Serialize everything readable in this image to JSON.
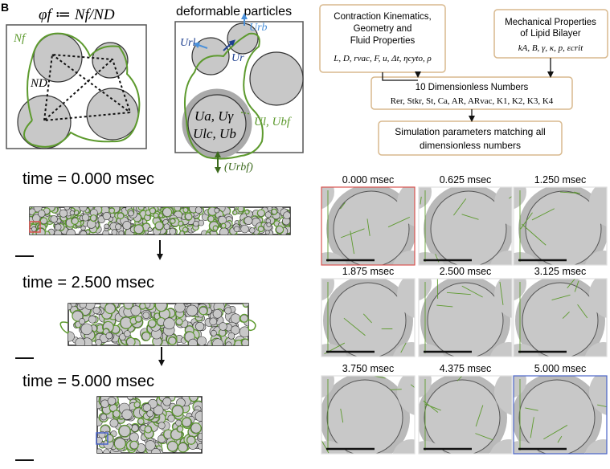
{
  "panel_letter": "B",
  "panel_a": {
    "formula": "φf ≔ Nf/ND",
    "nf_label": "Nf",
    "nd_label": "ND",
    "deform_title": "deformable particles",
    "urb": "Urb",
    "url": "Url",
    "ur": "Ur",
    "ua_ug": "Ua, Uγ",
    "ulc_ub": "Ulc, Ub",
    "ul_ubf": "Ul, Ubf",
    "urbf": "(Urbf)"
  },
  "flowchart": {
    "box1": [
      "Contraction Kinematics,",
      "Geometry and",
      "Fluid Properties",
      "L, D, rvac, F, u, Δt, ηcyto, ρ"
    ],
    "box2": [
      "Mechanical Properties",
      "of Lipid Bilayer",
      "kA, B, γ, κ, p, εcrit"
    ],
    "box3": [
      "10 Dimensionless Numbers",
      "Rer, Stkr, St, Ca, AR, ARvac, K1, K2, K3, K4"
    ],
    "box4": [
      "Simulation parameters matching all",
      "dimensionless numbers"
    ]
  },
  "sim_times": [
    "time = 0.000 msec",
    "time = 2.500 msec",
    "time = 5.000 msec"
  ],
  "zoom_times": [
    "0.000 msec",
    "0.625 msec",
    "1.250 msec",
    "1.875 msec",
    "2.500 msec",
    "3.125 msec",
    "3.750 msec",
    "4.375 msec",
    "5.000 msec"
  ],
  "colors": {
    "membrane": "#5d9a2e",
    "particle": "#c8c8c8",
    "particle_stroke": "#333333",
    "box_border": "#d8b98e",
    "red_marker": "#d9534f",
    "blue_marker": "#4a64c8",
    "arrow_blue_light": "#4a90d9",
    "arrow_blue_dark": "#1d3f8f"
  }
}
